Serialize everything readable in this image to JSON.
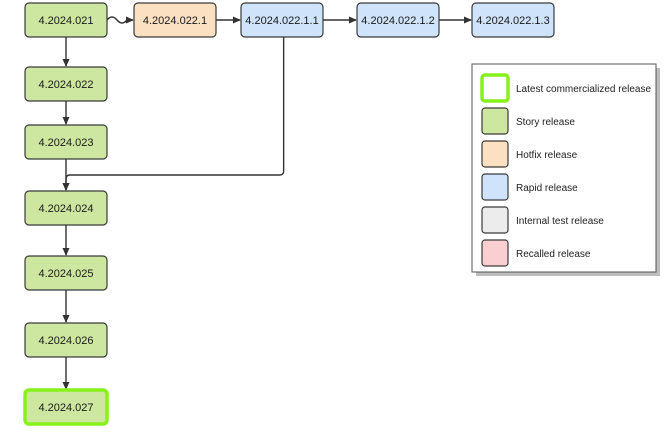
{
  "colors": {
    "story_fill": "#cde6a0",
    "hotfix_fill": "#fce0c2",
    "rapid_fill": "#cfe3fb",
    "internal_fill": "#ececec",
    "recalled_fill": "#f9cfd1",
    "node_stroke": "#3a3a3a",
    "latest_stroke": "#86f21a",
    "edge": "#333333"
  },
  "nodes": [
    {
      "id": "n21",
      "label": "4.2024.021",
      "type": "story"
    },
    {
      "id": "n22",
      "label": "4.2024.022",
      "type": "story"
    },
    {
      "id": "n23",
      "label": "4.2024.023",
      "type": "story"
    },
    {
      "id": "n24",
      "label": "4.2024.024",
      "type": "story"
    },
    {
      "id": "n25",
      "label": "4.2024.025",
      "type": "story"
    },
    {
      "id": "n26",
      "label": "4.2024.026",
      "type": "story"
    },
    {
      "id": "n27",
      "label": "4.2024.027",
      "type": "latest"
    },
    {
      "id": "h1",
      "label": "4.2024.022.1",
      "type": "hotfix"
    },
    {
      "id": "r11",
      "label": "4.2024.022.1.1",
      "type": "rapid"
    },
    {
      "id": "r12",
      "label": "4.2024.022.1.2",
      "type": "rapid"
    },
    {
      "id": "r13",
      "label": "4.2024.022.1.3",
      "type": "rapid"
    }
  ],
  "edges": [
    {
      "from": "n21",
      "to": "n22"
    },
    {
      "from": "n22",
      "to": "n23"
    },
    {
      "from": "n23",
      "to": "n24"
    },
    {
      "from": "n24",
      "to": "n25"
    },
    {
      "from": "n25",
      "to": "n26"
    },
    {
      "from": "n26",
      "to": "n27"
    },
    {
      "from": "n21",
      "to": "h1",
      "style": "wavy"
    },
    {
      "from": "h1",
      "to": "r11"
    },
    {
      "from": "r11",
      "to": "r12"
    },
    {
      "from": "r12",
      "to": "r13"
    },
    {
      "from": "r11",
      "to": "n24",
      "style": "routed"
    }
  ],
  "legend": {
    "items": [
      {
        "type": "latest",
        "label": "Latest commercialized release"
      },
      {
        "type": "story",
        "label": "Story release"
      },
      {
        "type": "hotfix",
        "label": "Hotfix release"
      },
      {
        "type": "rapid",
        "label": "Rapid release"
      },
      {
        "type": "internal",
        "label": "Internal test release"
      },
      {
        "type": "recalled",
        "label": "Recalled release"
      }
    ]
  }
}
